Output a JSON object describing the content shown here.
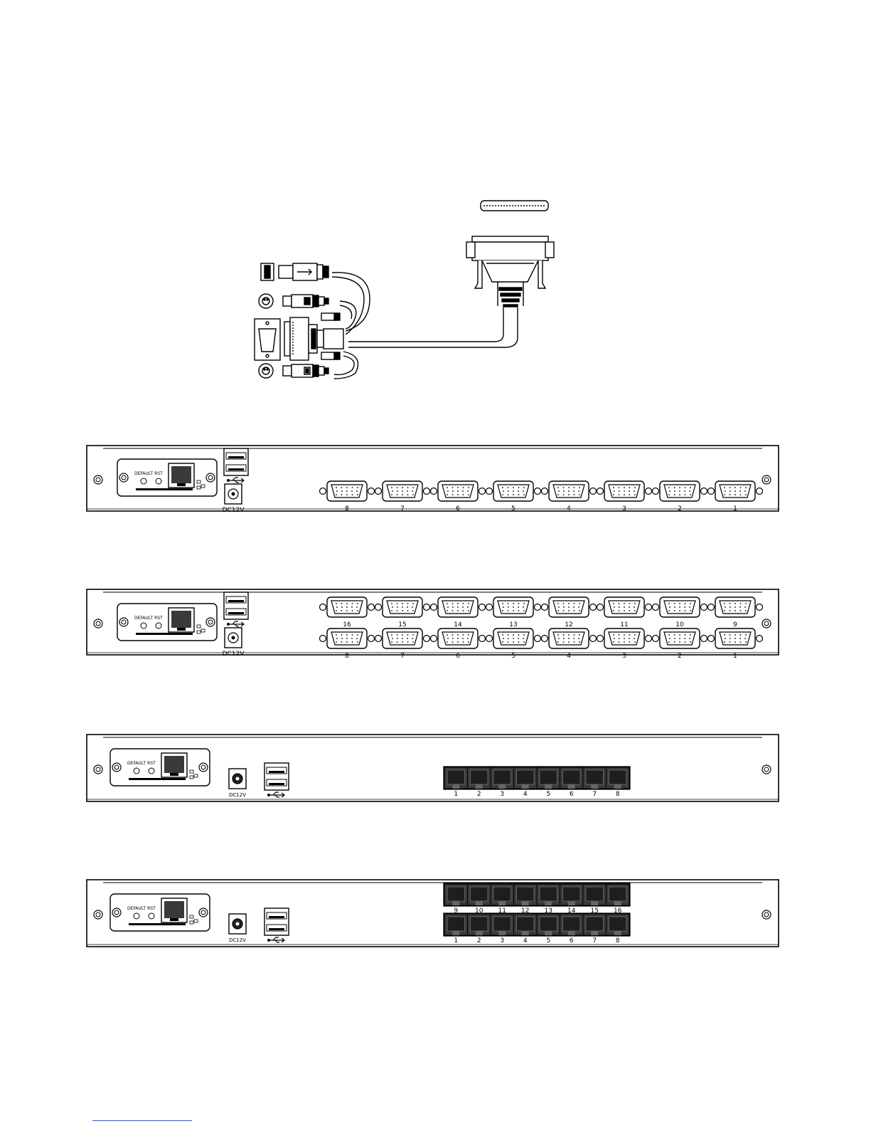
{
  "panel_labels": {
    "default": "DEFAULT",
    "rst": "RST",
    "power": "DC12V"
  },
  "panels": [
    {
      "id": "panel-8-vga",
      "ports": {
        "type": "vga",
        "top": [],
        "bottom": [
          8,
          7,
          6,
          5,
          4,
          3,
          2,
          1
        ]
      }
    },
    {
      "id": "panel-16-vga",
      "ports": {
        "type": "vga",
        "top": [
          16,
          15,
          14,
          13,
          12,
          11,
          10,
          9
        ],
        "bottom": [
          8,
          7,
          6,
          5,
          4,
          3,
          2,
          1
        ]
      }
    },
    {
      "id": "panel-8-rj45",
      "ports": {
        "type": "rj45",
        "top": [],
        "bottom": [
          1,
          2,
          3,
          4,
          5,
          6,
          7,
          8
        ]
      }
    },
    {
      "id": "panel-16-rj45",
      "ports": {
        "type": "rj45",
        "top": [
          9,
          10,
          11,
          12,
          13,
          14,
          15,
          16
        ],
        "bottom": [
          1,
          2,
          3,
          4,
          5,
          6,
          7,
          8
        ]
      }
    }
  ],
  "icons": {
    "usb": "usb-icon",
    "network": "network-icon",
    "screw": "screw-icon"
  },
  "colors": {
    "line": "#000000",
    "port_fill": "#3a3a3a",
    "panel_fill": "#ffffff"
  }
}
